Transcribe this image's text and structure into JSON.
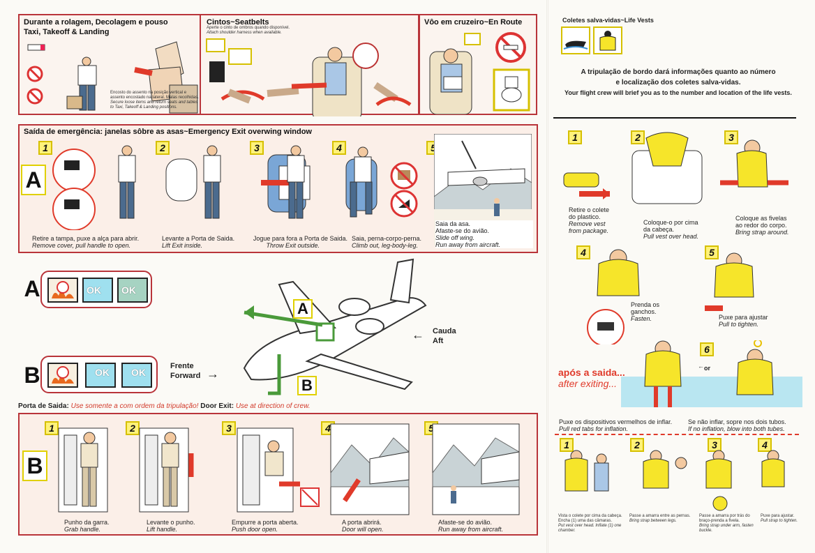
{
  "top_panels": {
    "taxi": {
      "title_pt": "Durante a rolagem, Decolagem e pouso",
      "title_en": "Taxi, Takeoff & Landing",
      "note_pt": "Encosto do assento na posição vertical e assento encostado na lateral. Malas recolhidas.",
      "note_en": "Secure loose items and return seats and tables to Taxi, Takeoff & Landing positions."
    },
    "seatbelts": {
      "title": "Cintos~Seatbelts",
      "note_pt": "Aperte o cinto de ombros quando disponível.",
      "note_en": "Attach shoulder harness when available."
    },
    "cruise": {
      "title": "Vôo em cruzeiro~En Route"
    }
  },
  "overwing": {
    "title": "Saída de emergência: janelas sôbre as asas~Emergency Exit overwing window",
    "letter": "A",
    "steps": [
      {
        "n": "1",
        "pt": "Retire a tampa, puxe a alça para abrir.",
        "en": "Remove cover, pull handle to open."
      },
      {
        "n": "2",
        "pt": "Levante a Porta de Saida.",
        "en": "Lift Exit inside."
      },
      {
        "n": "3",
        "pt": "Jogue para fora a Porta de Saida.",
        "en": "Throw Exit outside."
      },
      {
        "n": "4",
        "pt": "Saia, perna-corpo-perna.",
        "en": "Climb out, leg-body-leg."
      },
      {
        "n": "5",
        "pt1": "Saia da asa.",
        "pt2": "Afaste-se do avião.",
        "en1": "Slide off wing.",
        "en2": "Run away from aircraft."
      }
    ]
  },
  "decision": {
    "a_letter": "A",
    "b_letter": "B",
    "ok": "OK",
    "forward_pt": "Frente",
    "forward_en": "Forward",
    "tail_pt": "Cauda",
    "tail_en": "Aft",
    "plane_a": "A",
    "plane_b": "B"
  },
  "door": {
    "title_pt": "Porta de Saida:",
    "note_pt": "Use somente a com ordem da tripulação!",
    "title_en": "Door Exit:",
    "note_en": "Use at direction of crew.",
    "letter": "B",
    "steps": [
      {
        "n": "1",
        "pt": "Punho da garra.",
        "en": "Grab handle."
      },
      {
        "n": "2",
        "pt": "Levante o punho.",
        "en": "Lift handle."
      },
      {
        "n": "3",
        "pt": "Empurre a porta aberta.",
        "en": "Push door open."
      },
      {
        "n": "4",
        "pt": "A porta abrirá.",
        "en": "Door will open."
      },
      {
        "n": "5",
        "pt": "Afaste-se do avião.",
        "en": "Run away from aircraft."
      }
    ]
  },
  "vests": {
    "header": "Coletes salva-vidas~Life Vests",
    "brief_pt1": "A tripulação de bordo dará informações quanto ao número",
    "brief_pt2": "e localização dos coletes salva-vidas.",
    "brief_en": "Your flight crew will brief you as to the number and location of the life vests.",
    "steps": [
      {
        "n": "1",
        "pt1": "Retire o colete",
        "pt2": "do plastico.",
        "en1": "Remove vest",
        "en2": "from package."
      },
      {
        "n": "2",
        "pt1": "Coloque-o por cima",
        "pt2": "da cabeça.",
        "en1": "Pull vest over head."
      },
      {
        "n": "3",
        "pt1": "Coloque as fivelas",
        "pt2": "ao redor do corpo.",
        "en1": "Bring strap around."
      },
      {
        "n": "4",
        "pt1": "Prenda os",
        "pt2": "ganchos.",
        "en1": "Fasten."
      },
      {
        "n": "5",
        "pt1": "Puxe para ajustar",
        "en1": "Pull to tighten."
      },
      {
        "n": "6",
        "or": "or"
      }
    ],
    "after_pt": "após a saida...",
    "after_en": "after exiting...",
    "inflate_pt": "Puxe os dispositivos vermelhos de inflar.",
    "inflate_en": "Pull red tabs for inflation.",
    "blow_pt": "Se não inflar, sopre nos dois tubos.",
    "blow_en": "If no inflation, blow into both tubes.",
    "child_steps": [
      {
        "n": "1",
        "pt": "Vista o colete por cima da cabeça. Encha (1) uma das câmaras.",
        "en": "Put vest over head. Inflate (1) one chamber."
      },
      {
        "n": "2",
        "pt": "Passe a amarra entre as pernas.",
        "en": "Bring strap between legs."
      },
      {
        "n": "3",
        "pt": "Passe a amarra por trás do braço-prenda a fivela.",
        "en": "Bring strap under arm, fasten buckle."
      },
      {
        "n": "4",
        "pt": "Puxe para ajustar.",
        "en": "Pull strap to tighten."
      }
    ]
  }
}
